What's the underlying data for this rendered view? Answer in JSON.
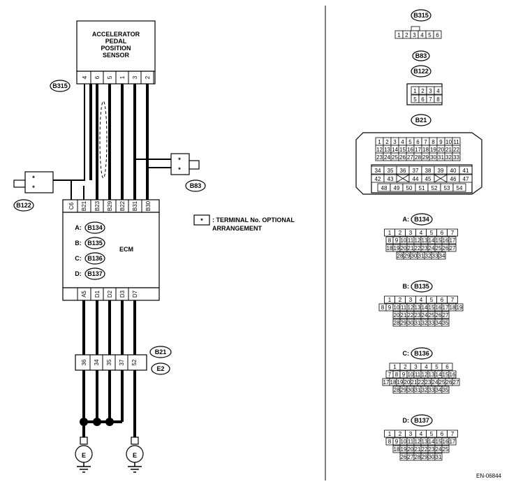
{
  "sensor": {
    "title_lines": [
      "ACCELERATOR",
      "PEDAL",
      "POSITION",
      "SENSOR"
    ],
    "pins": [
      "4",
      "6",
      "5",
      "1",
      "3",
      "2"
    ]
  },
  "ecm": {
    "title": "ECM",
    "pins_top": [
      "C6",
      "B21",
      "B23",
      "B29",
      "B22",
      "B31",
      "B30"
    ],
    "pins_bottom": [
      "A5",
      "D1",
      "D2",
      "D3",
      "D7"
    ],
    "connector_refs": [
      {
        "prefix": "A:",
        "code": "B134"
      },
      {
        "prefix": "B:",
        "code": "B135"
      },
      {
        "prefix": "C:",
        "code": "B136"
      },
      {
        "prefix": "D:",
        "code": "B137"
      }
    ]
  },
  "joint": {
    "pins": [
      "36",
      "34",
      "35",
      "37",
      "52"
    ],
    "refs": [
      "B21",
      "E2"
    ]
  },
  "labels": {
    "b315": "B315",
    "b83": "B83",
    "b122": "B122",
    "star": "*",
    "ground": "E"
  },
  "legend": {
    "symbol": "*",
    "line1": ": TERMINAL No. OPTIONAL",
    "line2": "ARRANGEMENT"
  },
  "connectors": {
    "b315": {
      "code": "B315",
      "cells": [
        "1",
        "2",
        "3",
        "4",
        "5",
        "6"
      ]
    },
    "b83_b122": {
      "codes": [
        "B83",
        "B122"
      ],
      "row1": [
        "1",
        "2",
        "3",
        "4"
      ],
      "row2": [
        "5",
        "6",
        "7",
        "8"
      ]
    },
    "b21": {
      "code": "B21",
      "rows": [
        [
          "1",
          "2",
          "3",
          "4",
          "5",
          "6",
          "7",
          "8",
          "9",
          "10",
          "11"
        ],
        [
          "12",
          "13",
          "14",
          "15",
          "16",
          "17",
          "18",
          "19",
          "20",
          "21",
          "22"
        ],
        [
          "23",
          "24",
          "25",
          "26",
          "27",
          "28",
          "29",
          "30",
          "31",
          "32",
          "33"
        ]
      ],
      "lower": [
        [
          "34",
          "35",
          "36",
          "37",
          "38",
          "39",
          "40",
          "41"
        ],
        [
          "42",
          "43",
          "",
          "44",
          "45",
          "",
          "46",
          "47"
        ],
        [
          "48",
          "49",
          "50",
          "51",
          "52",
          "53",
          "54"
        ]
      ]
    },
    "b134": {
      "prefix": "A:",
      "code": "B134",
      "rows": [
        [
          "1",
          "2",
          "3",
          "4",
          "5",
          "6",
          "7"
        ],
        [
          "8",
          "9",
          "10",
          "11",
          "12",
          "13",
          "14",
          "15",
          "16",
          "17"
        ],
        [
          "18",
          "19",
          "20",
          "21",
          "22",
          "23",
          "24",
          "25",
          "26",
          "27"
        ],
        [
          "28",
          "29",
          "30",
          "31",
          "32",
          "33",
          "34"
        ]
      ]
    },
    "b135": {
      "prefix": "B:",
      "code": "B135",
      "rows": [
        [
          "1",
          "2",
          "3",
          "4",
          "5",
          "6",
          "7"
        ],
        [
          "8",
          "9",
          "10",
          "11",
          "12",
          "13",
          "14",
          "15",
          "16",
          "17",
          "18",
          "19"
        ],
        [
          "20",
          "21",
          "22",
          "23",
          "24",
          "25",
          "26",
          "27"
        ],
        [
          "28",
          "29",
          "30",
          "31",
          "32",
          "33",
          "34",
          "35"
        ]
      ]
    },
    "b136": {
      "prefix": "C:",
      "code": "B136",
      "rows": [
        [
          "1",
          "2",
          "3",
          "4",
          "5",
          "6"
        ],
        [
          "7",
          "8",
          "9",
          "10",
          "11",
          "12",
          "13",
          "14",
          "15",
          "16"
        ],
        [
          "17",
          "18",
          "19",
          "20",
          "21",
          "22",
          "23",
          "24",
          "25",
          "26",
          "27"
        ],
        [
          "28",
          "29",
          "30",
          "31",
          "32",
          "33",
          "34",
          "35"
        ]
      ]
    },
    "b137": {
      "prefix": "D:",
      "code": "B137",
      "rows": [
        [
          "1",
          "2",
          "3",
          "4",
          "5",
          "6",
          "7"
        ],
        [
          "8",
          "9",
          "10",
          "11",
          "12",
          "13",
          "14",
          "15",
          "16",
          "17"
        ],
        [
          "18",
          "19",
          "20",
          "21",
          "22",
          "23",
          "24",
          "25"
        ],
        [
          "26",
          "27",
          "28",
          "29",
          "30",
          "31"
        ]
      ]
    }
  },
  "figure_id": "EN-06844"
}
